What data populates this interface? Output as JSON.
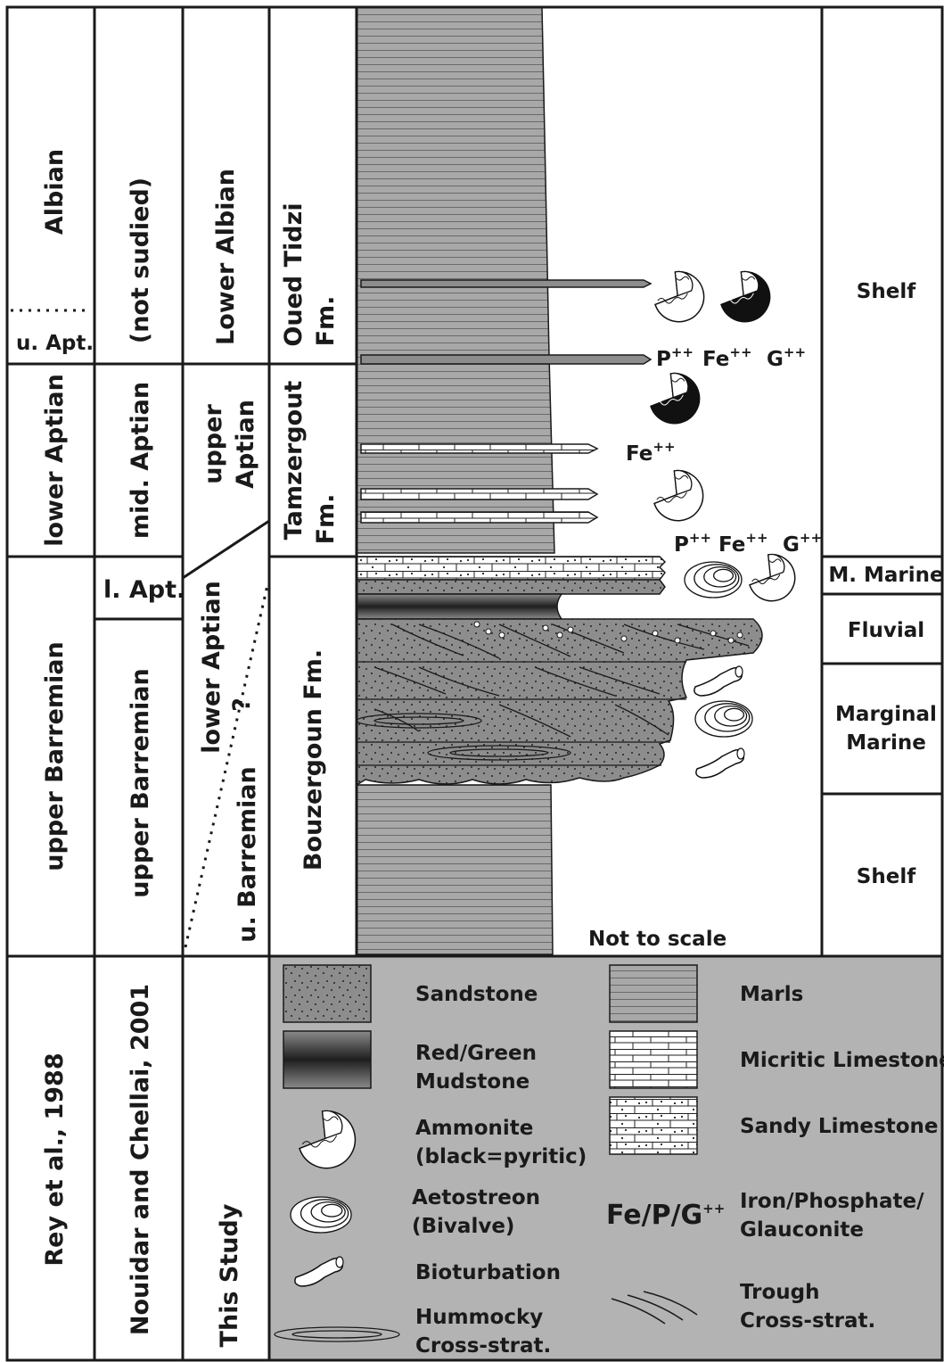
{
  "columns": {
    "rey": {
      "albian": "Albian",
      "u_apt": "u. Apt.",
      "lower_aptian": "lower Aptian",
      "upper_barremian": "upper Barremian",
      "source": "Rey et al., 1988"
    },
    "nouidar": {
      "not_studied": "(not sudied)",
      "mid_aptian": "mid. Aptian",
      "l_apt": "l. Apt.",
      "upper_barremian": "upper Barremian",
      "source": "Nouidar and Chellai, 2001"
    },
    "this_study": {
      "lower_albian": "Lower Albian",
      "upper_aptian_1": "upper",
      "upper_aptian_2": "Aptian",
      "lower_aptian": "lower Aptian",
      "question": "?",
      "u_barremian": "u. Barremian",
      "source": "This Study"
    },
    "formations": {
      "oued_tidzi_1": "Oued Tidzi",
      "oued_tidzi_2": "Fm.",
      "tamzergout_1": "Tamzergout",
      "tamzergout_2": "Fm.",
      "bouzergoun": "Bouzergoun Fm."
    }
  },
  "annotations": {
    "p": "P",
    "fe": "Fe",
    "g": "G",
    "plus": "++",
    "not_to_scale": "Not to scale"
  },
  "environments": {
    "shelf_top": "Shelf",
    "m_marine": "M. Marine",
    "fluvial": "Fluvial",
    "marginal_1": "Marginal",
    "marginal_2": "Marine",
    "shelf_bottom": "Shelf"
  },
  "legend": {
    "sandstone": "Sandstone",
    "mudstone_1": "Red/Green",
    "mudstone_2": "Mudstone",
    "ammonite_1": "Ammonite",
    "ammonite_2": "(black=pyritic)",
    "aetostreon_1": "Aetostreon",
    "aetostreon_2": "(Bivalve)",
    "bioturbation": "Bioturbation",
    "hummocky_1": "Hummocky",
    "hummocky_2": "Cross-strat.",
    "marls": "Marls",
    "micritic": "Micritic Limestone",
    "sandy_ls": "Sandy Limestone",
    "fepg_symbol": "Fe/P/G",
    "fepg_1": "Iron/Phosphate/",
    "fepg_2": "Glauconite",
    "trough_1": "Trough",
    "trough_2": "Cross-strat."
  },
  "colors": {
    "marl_fill": "#a8a8a8",
    "sand_fill": "#8d8d8d",
    "legend_bg": "#b3b3b3",
    "mud_dark": "#2a2a2a",
    "line": "#1a1a1a"
  }
}
